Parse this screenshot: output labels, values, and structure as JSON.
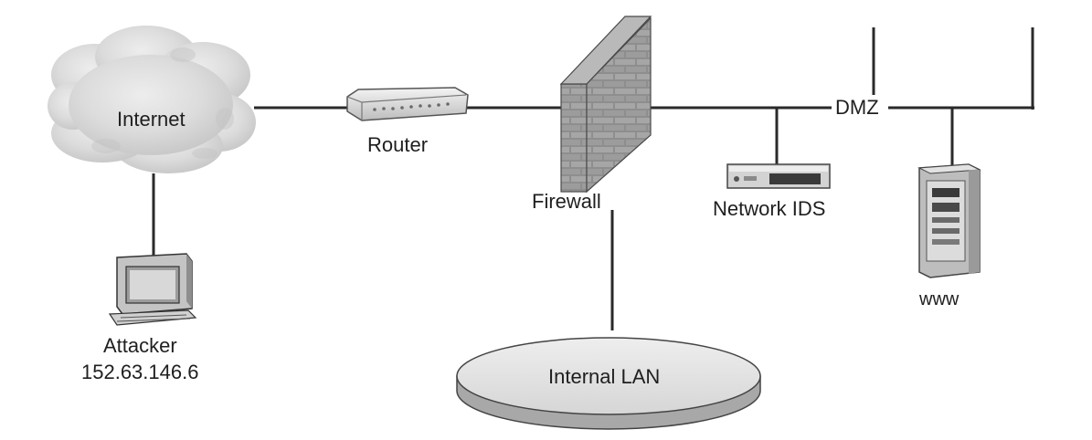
{
  "diagram": {
    "nodes": {
      "internet": {
        "label": "Internet",
        "icon": "cloud-icon"
      },
      "router": {
        "label": "Router",
        "icon": "router-icon"
      },
      "firewall": {
        "label": "Firewall",
        "icon": "firewall-brick-wall-icon"
      },
      "network_ids": {
        "label": "Network IDS",
        "icon": "rack-appliance-icon"
      },
      "dmz": {
        "label": "DMZ"
      },
      "www": {
        "label": "www",
        "icon": "tower-server-icon"
      },
      "attacker": {
        "label": "Attacker",
        "ip": "152.63.146.6",
        "icon": "desktop-computer-icon"
      },
      "internal_lan": {
        "label": "Internal LAN",
        "icon": "lan-disc-icon"
      }
    },
    "links": [
      {
        "from": "internet",
        "to": "router"
      },
      {
        "from": "router",
        "to": "firewall"
      },
      {
        "from": "firewall",
        "to": "dmz"
      },
      {
        "from": "dmz",
        "to": "network_ids"
      },
      {
        "from": "dmz",
        "to": "www"
      },
      {
        "from": "internet",
        "to": "attacker"
      },
      {
        "from": "firewall",
        "to": "internal_lan"
      }
    ],
    "colors": {
      "line": "#2a2a2a",
      "cloud": "#d8d8d8",
      "brick": "#8a8a8a",
      "device": "#c8c8c8"
    }
  }
}
